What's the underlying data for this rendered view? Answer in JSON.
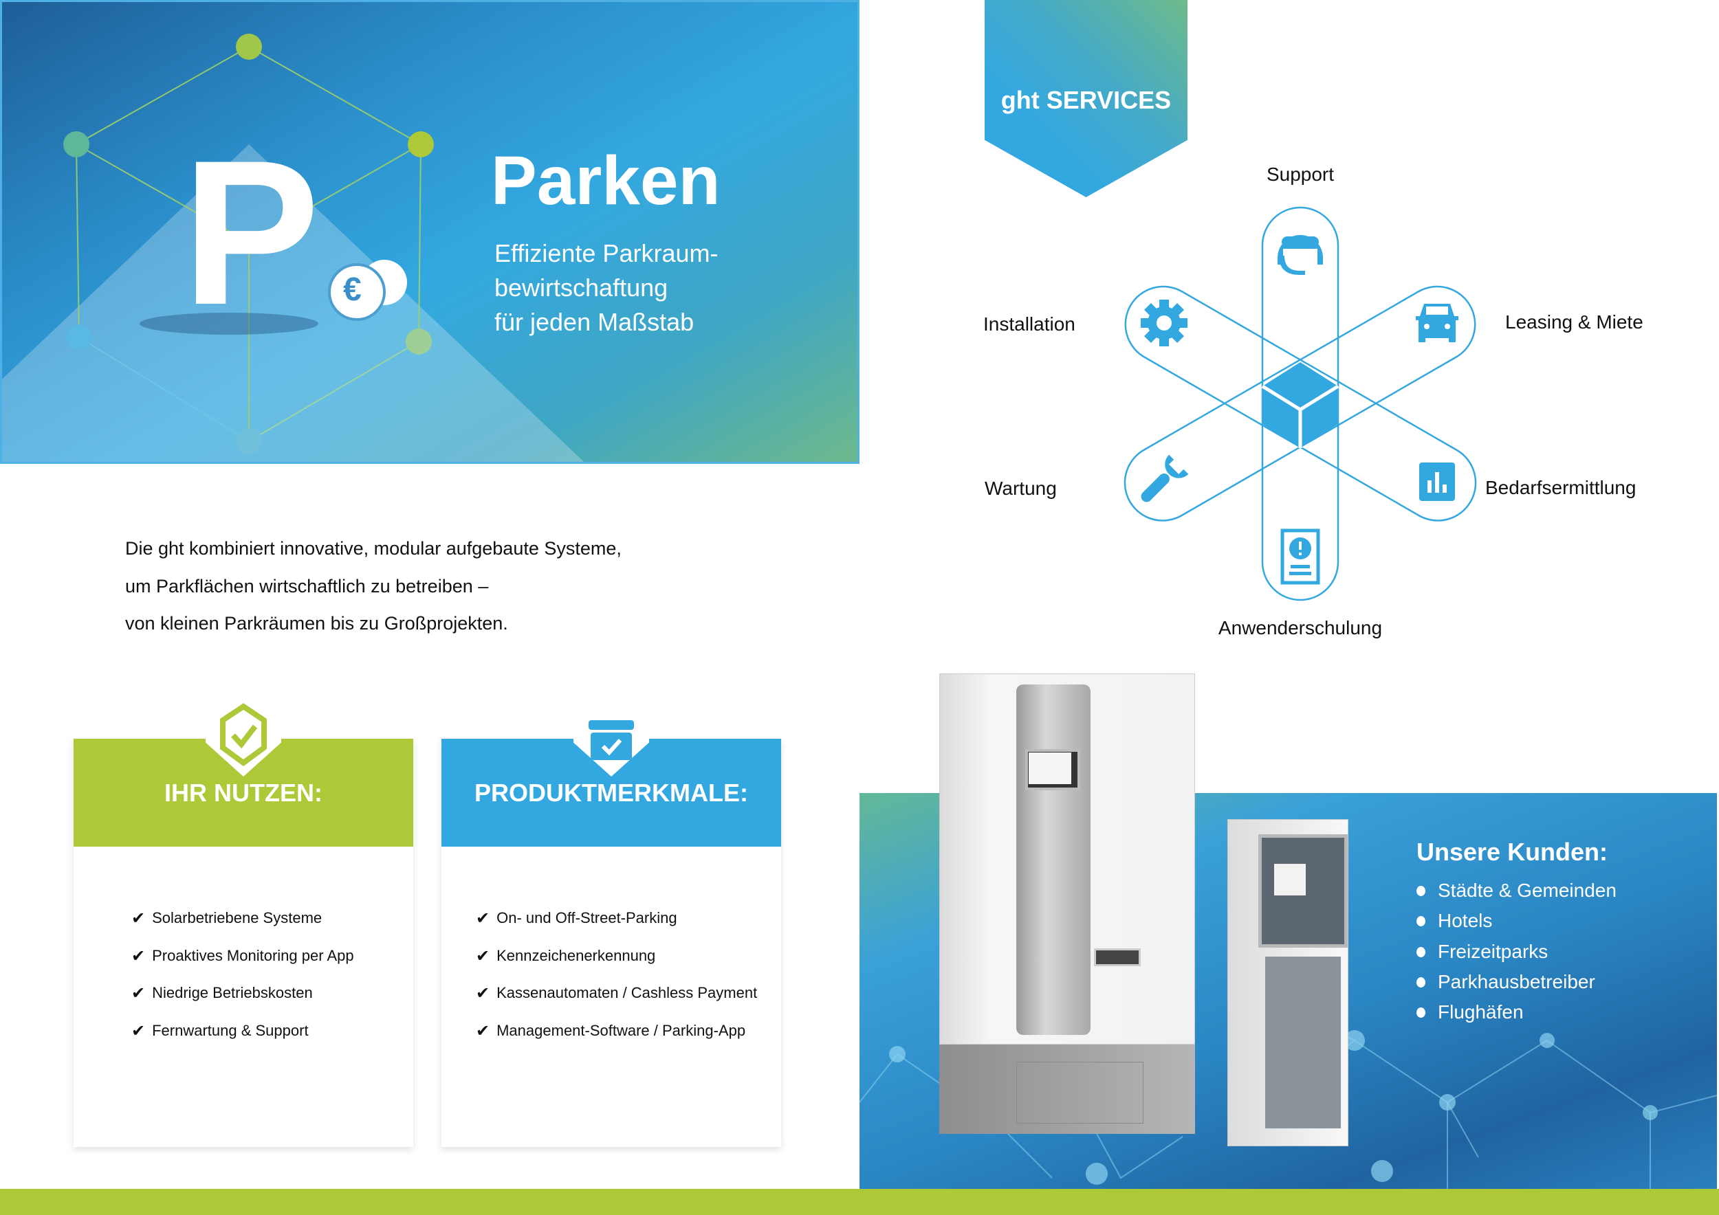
{
  "hero": {
    "title": "Parken",
    "subtitle_lines": [
      "Effiziente Parkraum-",
      "bewirtschaftung",
      "für jeden Maßstab"
    ],
    "logo_letter": "P",
    "coin_symbol": "€"
  },
  "services": {
    "banner": "ght SERVICES",
    "items": [
      {
        "label": "Support",
        "icon": "headset-icon"
      },
      {
        "label": "Installation",
        "icon": "gear-icon"
      },
      {
        "label": "Leasing & Miete",
        "icon": "car-icon"
      },
      {
        "label": "Wartung",
        "icon": "wrench-icon"
      },
      {
        "label": "Bedarfsermittlung",
        "icon": "bar-chart-icon"
      },
      {
        "label": "Anwenderschulung",
        "icon": "certificate-icon"
      }
    ]
  },
  "intro": [
    "Die ght kombiniert innovative, modular aufgebaute Systeme,",
    "um Parkflächen wirtschaftlich zu betreiben –",
    "von kleinen Parkräumen bis zu Großprojekten."
  ],
  "cards": [
    {
      "title": "IHR NUTZEN:",
      "color": "#adc938",
      "items": [
        "Solarbetriebene Systeme",
        "Proaktives Monitoring per App",
        "Niedrige Betriebskosten",
        "Fernwartung & Support"
      ]
    },
    {
      "title": "PRODUKTMERKMALE:",
      "color": "#33a8e0",
      "items": [
        "On- und Off-Street-Parking",
        "Kennzeichenerkennung",
        "Kassenautomaten / Cashless Payment",
        "Management-Software / Parking-App"
      ]
    }
  ],
  "customers": {
    "title": "Unsere Kunden:",
    "items": [
      "Städte & Gemeinden",
      "Hotels",
      "Freizeitparks",
      "Parkhausbetreiber",
      "Flughäfen"
    ]
  },
  "colors": {
    "blue": "#33a8e0",
    "green": "#adc938"
  }
}
